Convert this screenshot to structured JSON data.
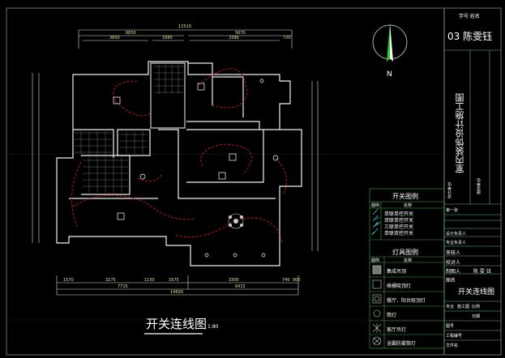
{
  "drawing": {
    "title": "开关连线图",
    "scale": "1:80",
    "north_label": "N",
    "dimensions_top": {
      "total": "12510",
      "left": "6830",
      "right": "5670",
      "segments": [
        "3850",
        "1880",
        "3396",
        "720"
      ]
    },
    "dimensions_bottom": {
      "total": "14600",
      "left": "7715",
      "right": "6415",
      "segments": [
        "1570",
        "3275",
        "1150",
        "1675",
        "3300",
        "740",
        "900"
      ]
    }
  },
  "switch_legend": {
    "title": "开关图例",
    "headers": [
      "图例",
      "名称"
    ],
    "items": [
      "单联单控开关",
      "双联单控开关",
      "三联单控开关",
      "单联双控开关"
    ]
  },
  "light_legend": {
    "title": "灯具图例",
    "headers": [
      "图例",
      "名称"
    ],
    "items": [
      "集成吊顶",
      "格栅吸顶灯",
      "餐厅、阳台吸顶灯",
      "筒灯",
      "客厅吊灯",
      "浴霸防雾筒灯"
    ]
  },
  "title_block": {
    "header": "学号  姓名",
    "student": "03  陈雯钰",
    "project": "室内装饰设计施工图",
    "vertical_labels": [
      "设计单位",
      "建设单位"
    ],
    "rows": [
      "第一张",
      "设计负责人",
      "专业负责人",
      "审核人",
      "校对人",
      "制图人",
      "图名"
    ],
    "drawer_name": "陈 雯 钰",
    "drawing_name": "开关连线图",
    "footer": [
      "专业",
      "施工图",
      "比例",
      "日期",
      "图号",
      "工程编号",
      "文件名"
    ]
  }
}
